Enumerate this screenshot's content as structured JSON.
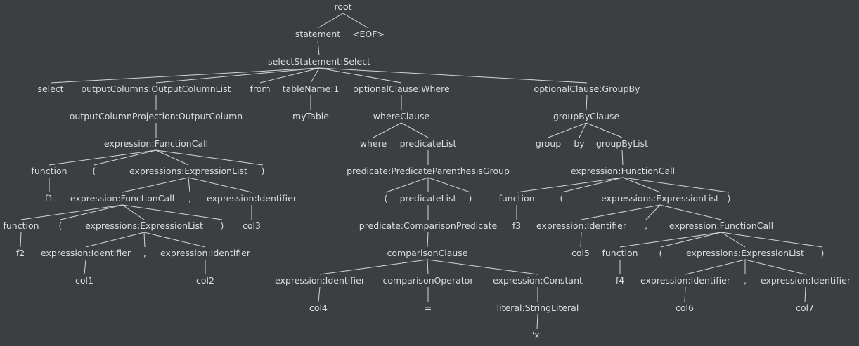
{
  "tree": [
    {
      "id": "root",
      "label": "root"
    },
    {
      "id": "statement",
      "label": "statement",
      "parent": "root"
    },
    {
      "id": "eof",
      "label": "<EOF>",
      "parent": "root"
    },
    {
      "id": "selectStatement",
      "label": "selectStatement:Select",
      "parent": "statement"
    },
    {
      "id": "select_kw",
      "label": "select",
      "parent": "selectStatement"
    },
    {
      "id": "outputColumns",
      "label": "outputColumns:OutputColumnList",
      "parent": "selectStatement"
    },
    {
      "id": "from_kw",
      "label": "from",
      "parent": "selectStatement"
    },
    {
      "id": "tableName",
      "label": "tableName:1",
      "parent": "selectStatement"
    },
    {
      "id": "optWhere",
      "label": "optionalClause:Where",
      "parent": "selectStatement"
    },
    {
      "id": "optGroupBy",
      "label": "optionalClause:GroupBy",
      "parent": "selectStatement"
    },
    {
      "id": "outputColumnProjection",
      "label": "outputColumnProjection:OutputColumn",
      "parent": "outputColumns"
    },
    {
      "id": "myTable",
      "label": "myTable",
      "parent": "tableName"
    },
    {
      "id": "whereClause",
      "label": "whereClause",
      "parent": "optWhere"
    },
    {
      "id": "groupByClause",
      "label": "groupByClause",
      "parent": "optGroupBy"
    },
    {
      "id": "fc1",
      "label": "expression:FunctionCall",
      "parent": "outputColumnProjection"
    },
    {
      "id": "where_kw",
      "label": "where",
      "parent": "whereClause"
    },
    {
      "id": "predicateList1",
      "label": "predicateList",
      "parent": "whereClause"
    },
    {
      "id": "group_kw",
      "label": "group",
      "parent": "groupByClause"
    },
    {
      "id": "by_kw",
      "label": "by",
      "parent": "groupByClause"
    },
    {
      "id": "groupByList",
      "label": "groupByList",
      "parent": "groupByClause"
    },
    {
      "id": "function1",
      "label": "function",
      "parent": "fc1"
    },
    {
      "id": "lp1",
      "label": "(",
      "parent": "fc1"
    },
    {
      "id": "exprs1",
      "label": "expressions:ExpressionList",
      "parent": "fc1"
    },
    {
      "id": "rp1",
      "label": ")",
      "parent": "fc1"
    },
    {
      "id": "predParen",
      "label": "predicate:PredicateParenthesisGroup",
      "parent": "predicateList1"
    },
    {
      "id": "gfc",
      "label": "expression:FunctionCall",
      "parent": "groupByList"
    },
    {
      "id": "f1",
      "label": "f1",
      "parent": "function1"
    },
    {
      "id": "fc2",
      "label": "expression:FunctionCall",
      "parent": "exprs1"
    },
    {
      "id": "comma1",
      "label": ",",
      "parent": "exprs1"
    },
    {
      "id": "id_col3",
      "label": "expression:Identifier",
      "parent": "exprs1"
    },
    {
      "id": "lp_pred",
      "label": "(",
      "parent": "predParen"
    },
    {
      "id": "predicateList2",
      "label": "predicateList",
      "parent": "predParen"
    },
    {
      "id": "rp_pred",
      "label": ")",
      "parent": "predParen"
    },
    {
      "id": "gfunction",
      "label": "function",
      "parent": "gfc"
    },
    {
      "id": "glp",
      "label": "(",
      "parent": "gfc"
    },
    {
      "id": "gexprs",
      "label": "expressions:ExpressionList",
      "parent": "gfc"
    },
    {
      "id": "grp",
      "label": ")",
      "parent": "gfc"
    },
    {
      "id": "function2",
      "label": "function",
      "parent": "fc2"
    },
    {
      "id": "lp2",
      "label": "(",
      "parent": "fc2"
    },
    {
      "id": "exprs2",
      "label": "expressions:ExpressionList",
      "parent": "fc2"
    },
    {
      "id": "rp2",
      "label": ")",
      "parent": "fc2"
    },
    {
      "id": "col3",
      "label": "col3",
      "parent": "id_col3"
    },
    {
      "id": "compPred",
      "label": "predicate:ComparisonPredicate",
      "parent": "predicateList2"
    },
    {
      "id": "f3",
      "label": "f3",
      "parent": "gfunction"
    },
    {
      "id": "id_col5",
      "label": "expression:Identifier",
      "parent": "gexprs"
    },
    {
      "id": "gcomma",
      "label": ",",
      "parent": "gexprs"
    },
    {
      "id": "gfc2",
      "label": "expression:FunctionCall",
      "parent": "gexprs"
    },
    {
      "id": "f2",
      "label": "f2",
      "parent": "function2"
    },
    {
      "id": "id_col1",
      "label": "expression:Identifier",
      "parent": "exprs2"
    },
    {
      "id": "comma2",
      "label": ",",
      "parent": "exprs2"
    },
    {
      "id": "id_col2",
      "label": "expression:Identifier",
      "parent": "exprs2"
    },
    {
      "id": "compClause",
      "label": "comparisonClause",
      "parent": "compPred"
    },
    {
      "id": "col5",
      "label": "col5",
      "parent": "id_col5"
    },
    {
      "id": "gfunction2",
      "label": "function",
      "parent": "gfc2"
    },
    {
      "id": "glp2",
      "label": "(",
      "parent": "gfc2"
    },
    {
      "id": "gexprs2",
      "label": "expressions:ExpressionList",
      "parent": "gfc2"
    },
    {
      "id": "grp2",
      "label": ")",
      "parent": "gfc2"
    },
    {
      "id": "col1",
      "label": "col1",
      "parent": "id_col1"
    },
    {
      "id": "col2",
      "label": "col2",
      "parent": "id_col2"
    },
    {
      "id": "id_col4",
      "label": "expression:Identifier",
      "parent": "compClause"
    },
    {
      "id": "compOp",
      "label": "comparisonOperator",
      "parent": "compClause"
    },
    {
      "id": "constExpr",
      "label": "expression:Constant",
      "parent": "compClause"
    },
    {
      "id": "f4",
      "label": "f4",
      "parent": "gfunction2"
    },
    {
      "id": "id_col6",
      "label": "expression:Identifier",
      "parent": "gexprs2"
    },
    {
      "id": "gcomma2",
      "label": ",",
      "parent": "gexprs2"
    },
    {
      "id": "id_col7",
      "label": "expression:Identifier",
      "parent": "gexprs2"
    },
    {
      "id": "col4",
      "label": "col4",
      "parent": "id_col4"
    },
    {
      "id": "eq",
      "label": "=",
      "parent": "compOp"
    },
    {
      "id": "strLit",
      "label": "literal:StringLiteral",
      "parent": "constExpr"
    },
    {
      "id": "col6",
      "label": "col6",
      "parent": "id_col6"
    },
    {
      "id": "col7",
      "label": "col7",
      "parent": "id_col7"
    },
    {
      "id": "xlit",
      "label": "'x'",
      "parent": "strLit"
    }
  ]
}
